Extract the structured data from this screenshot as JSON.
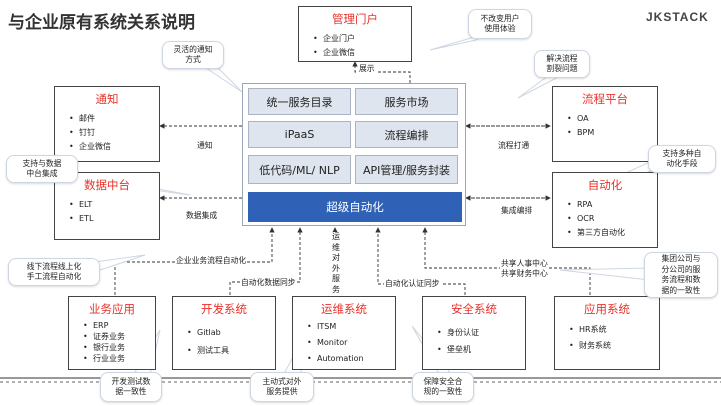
{
  "title": "与企业原有系统关系说明",
  "brand": "JKSTACK",
  "core": {
    "cells": [
      "统一服务目录",
      "服务市场",
      "iPaaS",
      "流程编排",
      "低代码/ML/ NLP",
      "API管理/服务封装"
    ],
    "main": "超级自动化"
  },
  "boxes": {
    "portal": {
      "title": "管理门户",
      "items": [
        "企业门户",
        "企业微信"
      ]
    },
    "notify": {
      "title": "通知",
      "items": [
        "邮件",
        "钉钉",
        "企业微信"
      ]
    },
    "datacenter": {
      "title": "数据中台",
      "items": [
        "ELT",
        "ETL"
      ]
    },
    "process": {
      "title": "流程平台",
      "items": [
        "OA",
        "BPM"
      ]
    },
    "automation": {
      "title": "自动化",
      "items": [
        "RPA",
        "OCR",
        "第三方自动化"
      ]
    },
    "business": {
      "title": "业务应用",
      "items": [
        "ERP",
        "证券业务",
        "银行业务",
        "行业业务"
      ]
    },
    "devsys": {
      "title": "开发系统",
      "items": [
        "Gitlab",
        "测试工具"
      ]
    },
    "opssys": {
      "title": "运维系统",
      "items": [
        "ITSM",
        "Monitor",
        "Automation"
      ]
    },
    "security": {
      "title": "安全系统",
      "items": [
        "身份认证",
        "堡垒机"
      ]
    },
    "appsys": {
      "title": "应用系统",
      "items": [
        "HR系统",
        "财务系统"
      ]
    }
  },
  "labels": {
    "show": "展示",
    "notify": "通知",
    "data_integration": "数据集成",
    "process_link": "流程打通",
    "integration_orchestration": "集成编排",
    "enterprise_flow": "企业业务流程自动化",
    "data_sync": "自动化数据同步",
    "ops_service": "运维对外服务",
    "auth_sync": "自动化认证同步",
    "shared": "共享人事中心\n共享财务中心"
  },
  "notes": {
    "unchanged": "不改变用户\n使用体验",
    "flexible": "灵活的通知\n方式",
    "split": "解决流程\n割裂问题",
    "datacenter_support": "支持与数据\n中台集成",
    "multi_auto": "支持多种自\n动化手段",
    "offline": "线下流程线上化\n手工流程自动化",
    "group": "集团公司与\n分公司的服\n务流程和数\n据的一致性",
    "devtest": "开发测试数\n据一致性",
    "proactive": "主动式对外\n服务提供",
    "security": "保障安全合\n规的一致性"
  },
  "colors": {
    "accent_red": "#e8312a",
    "core_blue": "#2f62b6",
    "cell_bg": "#dfe5ee"
  }
}
